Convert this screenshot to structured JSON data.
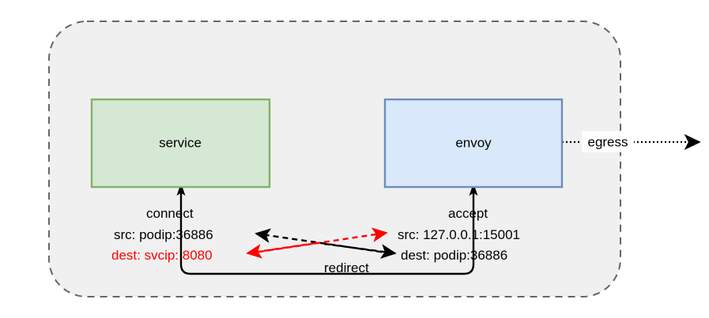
{
  "diagram": {
    "title": "istio sidecar traffic redirect flow",
    "background_color": "#ffffff",
    "pod": {
      "name": "pod-boundary",
      "fill": "#f0f0f0",
      "stroke": "#666666",
      "style": "dashed-rounded"
    },
    "nodes": [
      {
        "id": "service",
        "label": "service",
        "fill": "#d5e8d4",
        "stroke": "#82b366"
      },
      {
        "id": "envoy",
        "label": "envoy",
        "fill": "#dae8fc",
        "stroke": "#6c8ebf"
      }
    ],
    "edges": {
      "egress": {
        "label": "egress",
        "style": "dotted",
        "color": "#000000"
      },
      "connect": {
        "title": "connect",
        "src": "src: podip:36886",
        "dest": "dest: svcip: 8080",
        "src_color": "#000000",
        "dest_color": "#ff0000"
      },
      "accept": {
        "title": "accept",
        "src": "src: 127.0.0.1:15001",
        "dest": "dest: podip:36886",
        "src_color": "#000000",
        "dest_color": "#000000"
      },
      "redirect": {
        "label": "redirect",
        "style": "dashed",
        "black_color": "#000000",
        "red_color": "#ff0000"
      }
    }
  }
}
